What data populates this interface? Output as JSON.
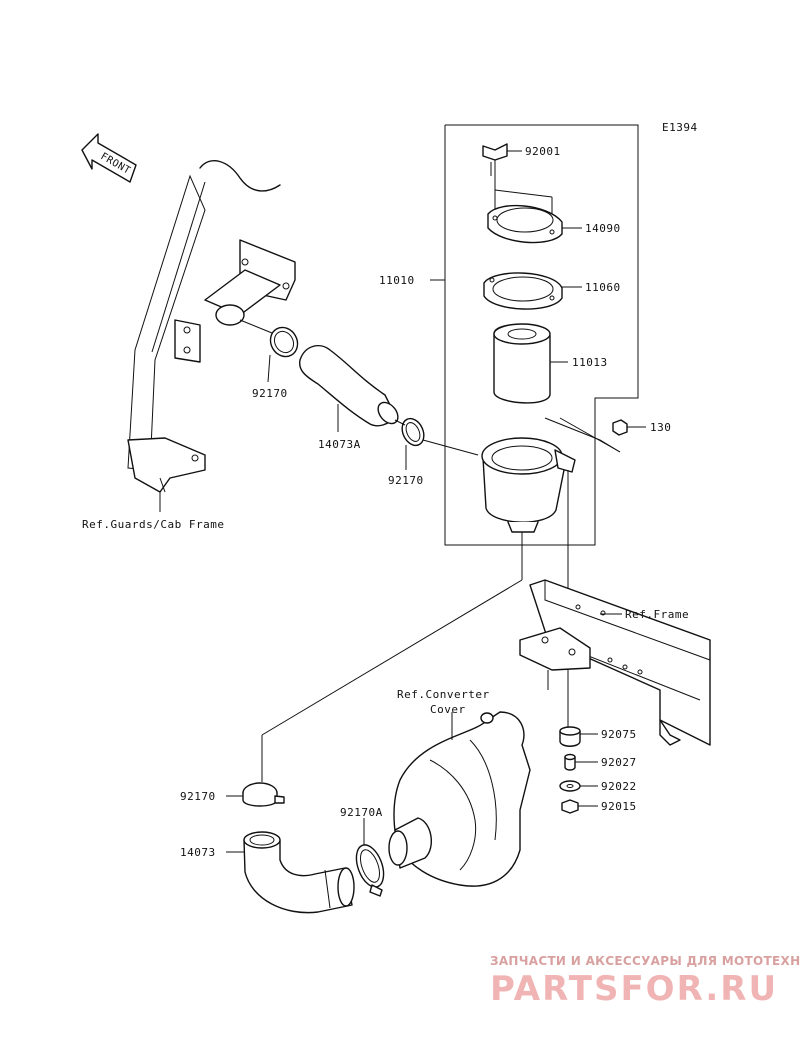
{
  "diagram_code": "E1394",
  "front_label": "FRONT",
  "labels": {
    "p92001": "92001",
    "p14090": "14090",
    "p11010": "11010",
    "p11060": "11060",
    "p11013": "11013",
    "p130": "130",
    "p92170_top": "92170",
    "p14073A": "14073A",
    "p92170_mid": "92170",
    "ref_guards": "Ref.Guards/Cab Frame",
    "ref_frame": "Ref.Frame",
    "ref_converter_1": "Ref.Converter",
    "ref_converter_2": "Cover",
    "p92075": "92075",
    "p92027": "92027",
    "p92022": "92022",
    "p92015": "92015",
    "p92170_low": "92170",
    "p92170A": "92170A",
    "p14073": "14073"
  },
  "watermark": {
    "line1": "ЗАПЧАСТИ И АКСЕССУАРЫ ДЛЯ МОТОТЕХНИКИ",
    "line2": "PARTSFOR.RU"
  }
}
